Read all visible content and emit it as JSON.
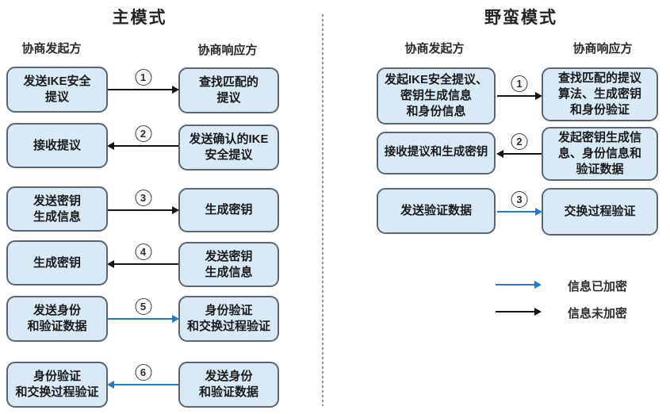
{
  "colors": {
    "box_fill": "#d9eaf7",
    "box_border": "#5b6670",
    "arrow_encrypted": "#1e7ad2",
    "arrow_plain": "#141414",
    "divider": "#8f8f8f",
    "text": "#1a1a1a"
  },
  "main_mode": {
    "title": "主模式",
    "initiator_label": "协商发起方",
    "responder_label": "协商响应方",
    "steps": [
      {
        "number": "1",
        "direction": "right",
        "encrypted": false,
        "initiator": "发送IKE安全\n提议",
        "responder": "查找匹配的\n提议"
      },
      {
        "number": "2",
        "direction": "left",
        "encrypted": false,
        "initiator": "接收提议",
        "responder": "发送确认的IKE\n安全提议"
      },
      {
        "number": "3",
        "direction": "right",
        "encrypted": false,
        "initiator": "发送密钥\n生成信息",
        "responder": "生成密钥"
      },
      {
        "number": "4",
        "direction": "left",
        "encrypted": false,
        "initiator": "生成密钥",
        "responder": "发送密钥\n生成信息"
      },
      {
        "number": "5",
        "direction": "right",
        "encrypted": true,
        "initiator": "发送身份\n和验证数据",
        "responder": "身份验证\n和交换过程验证"
      },
      {
        "number": "6",
        "direction": "left",
        "encrypted": true,
        "initiator": "身份验证\n和交换过程验证",
        "responder": "发送身份\n和验证数据"
      }
    ]
  },
  "aggressive_mode": {
    "title": "野蛮模式",
    "initiator_label": "协商发起方",
    "responder_label": "协商响应方",
    "steps": [
      {
        "number": "1",
        "direction": "right",
        "encrypted": false,
        "initiator": "发起IKE安全提议、\n密钥生成信息\n和身份信息",
        "responder": "查找匹配的提议\n算法、生成密钥\n和身份验证"
      },
      {
        "number": "2",
        "direction": "left",
        "encrypted": false,
        "initiator": "接收提议和生成密钥",
        "responder": "发起密钥生成信\n息、身份信息和\n验证数据"
      },
      {
        "number": "3",
        "direction": "right",
        "encrypted": true,
        "initiator": "发送验证数据",
        "responder": "交换过程验证"
      }
    ]
  },
  "legend": {
    "encrypted_label": "信息已加密",
    "plain_label": "信息未加密"
  }
}
